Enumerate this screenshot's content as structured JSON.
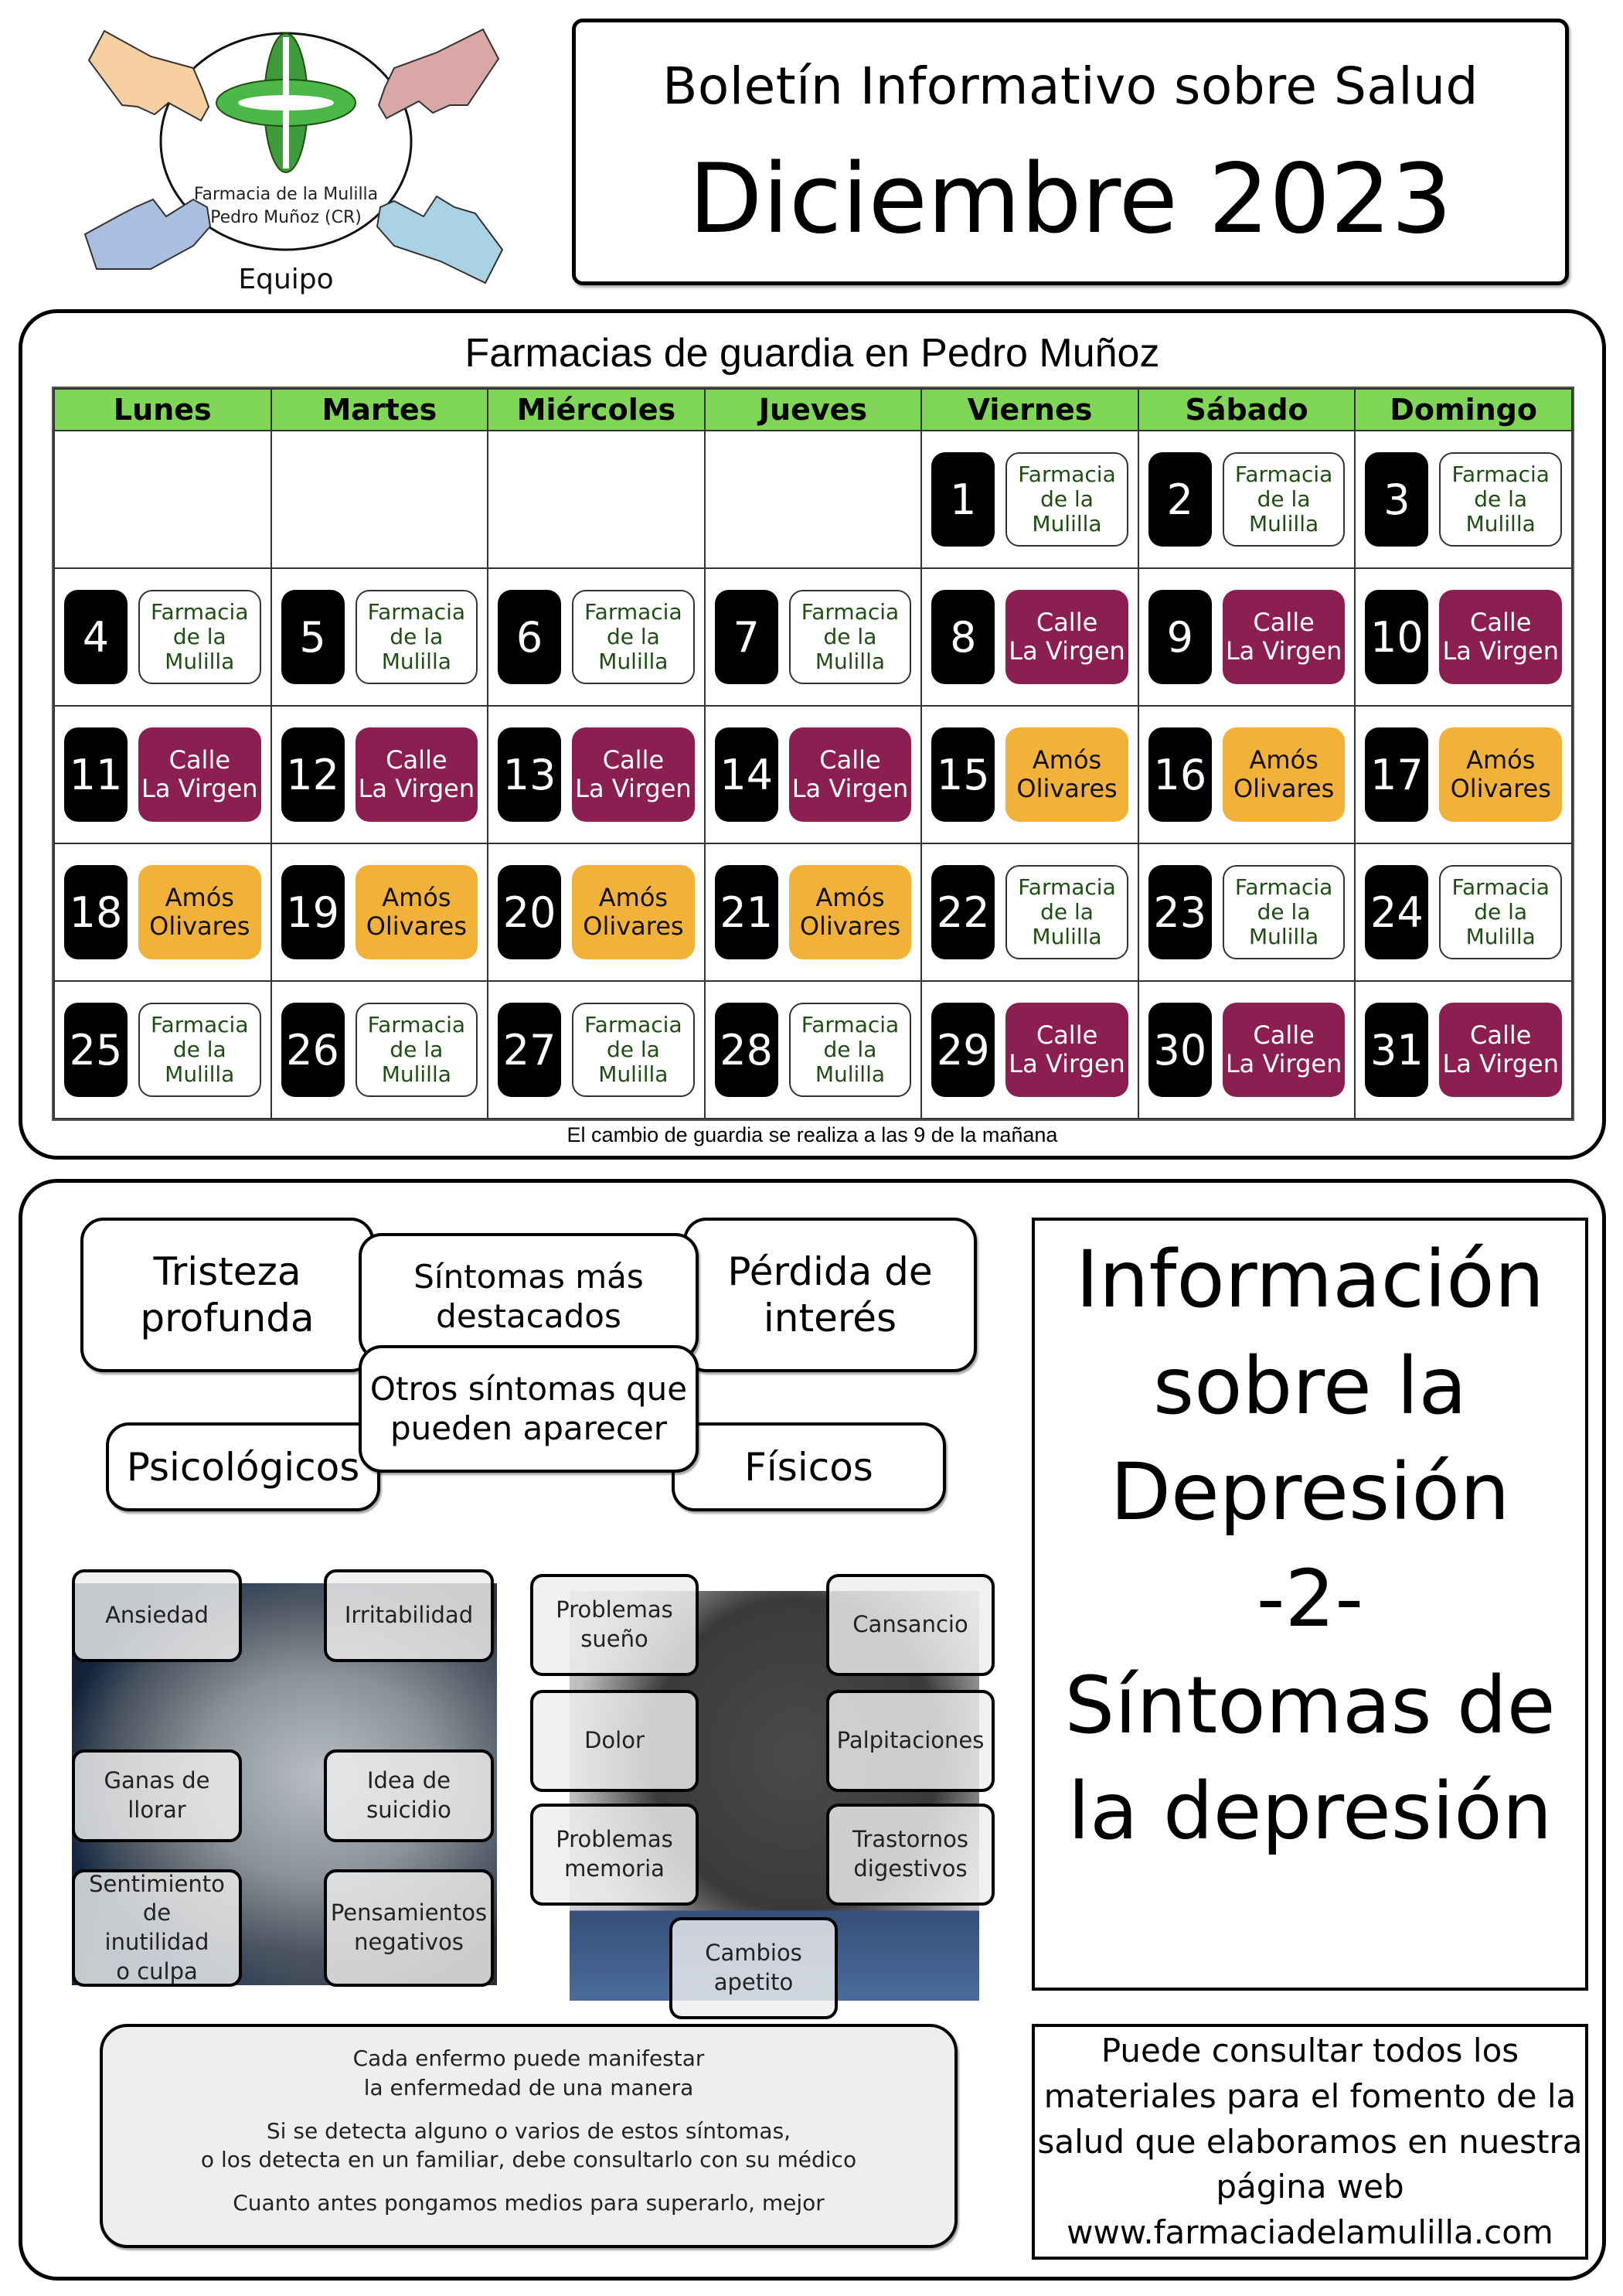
{
  "logo": {
    "name": "Farmacia de la Mulilla",
    "location": "Pedro Muñoz (CR)",
    "caption": "Equipo",
    "colors": {
      "cross": "#3ea83a",
      "hand_tl": "#f6cfa3",
      "hand_tr": "#d9a8a6",
      "hand_bl": "#a8bfe0",
      "hand_br": "#a9d3e4"
    }
  },
  "header": {
    "subtitle": "Boletín Informativo sobre Salud",
    "month": "Diciembre 2023"
  },
  "calendar": {
    "title": "Farmacias de guardia en Pedro Muñoz",
    "weekdays": [
      "Lunes",
      "Martes",
      "Miércoles",
      "Jueves",
      "Viernes",
      "Sábado",
      "Domingo"
    ],
    "pharmacies": {
      "mulilla": {
        "lines": [
          "Farmacia",
          "de la",
          "Mulilla"
        ],
        "color": "#1f4d14"
      },
      "virgen": {
        "lines": [
          "Calle",
          "La Virgen"
        ],
        "color": "#8b1f52"
      },
      "amos": {
        "lines": [
          "Amós",
          "Olivares"
        ],
        "color": "#f2b23a"
      }
    },
    "weeks": [
      [
        null,
        null,
        null,
        null,
        {
          "day": "1",
          "ph": "mulilla"
        },
        {
          "day": "2",
          "ph": "mulilla"
        },
        {
          "day": "3",
          "ph": "mulilla"
        }
      ],
      [
        {
          "day": "4",
          "ph": "mulilla"
        },
        {
          "day": "5",
          "ph": "mulilla"
        },
        {
          "day": "6",
          "ph": "mulilla"
        },
        {
          "day": "7",
          "ph": "mulilla"
        },
        {
          "day": "8",
          "ph": "virgen"
        },
        {
          "day": "9",
          "ph": "virgen"
        },
        {
          "day": "10",
          "ph": "virgen"
        }
      ],
      [
        {
          "day": "11",
          "ph": "virgen"
        },
        {
          "day": "12",
          "ph": "virgen"
        },
        {
          "day": "13",
          "ph": "virgen"
        },
        {
          "day": "14",
          "ph": "virgen"
        },
        {
          "day": "15",
          "ph": "amos"
        },
        {
          "day": "16",
          "ph": "amos"
        },
        {
          "day": "17",
          "ph": "amos"
        }
      ],
      [
        {
          "day": "18",
          "ph": "amos"
        },
        {
          "day": "19",
          "ph": "amos"
        },
        {
          "day": "20",
          "ph": "amos"
        },
        {
          "day": "21",
          "ph": "amos"
        },
        {
          "day": "22",
          "ph": "mulilla"
        },
        {
          "day": "23",
          "ph": "mulilla"
        },
        {
          "day": "24",
          "ph": "mulilla"
        }
      ],
      [
        {
          "day": "25",
          "ph": "mulilla"
        },
        {
          "day": "26",
          "ph": "mulilla"
        },
        {
          "day": "27",
          "ph": "mulilla"
        },
        {
          "day": "28",
          "ph": "mulilla"
        },
        {
          "day": "29",
          "ph": "virgen"
        },
        {
          "day": "30",
          "ph": "virgen"
        },
        {
          "day": "31",
          "ph": "virgen"
        }
      ]
    ],
    "note": "El cambio de guardia se realiza a las 9 de la mañana",
    "header_color": "#80d656"
  },
  "symptoms": {
    "main": {
      "center": [
        "Síntomas más",
        "destacados"
      ],
      "left": [
        "Tristeza",
        "profunda"
      ],
      "right": [
        "Pérdida de",
        "interés"
      ]
    },
    "other": {
      "center": [
        "Otros síntomas que",
        "pueden aparecer"
      ],
      "left": "Psicológicos",
      "right": "Físicos"
    },
    "psychological": [
      [
        "Ansiedad"
      ],
      [
        "Irritabilidad"
      ],
      [
        "Ganas de llorar"
      ],
      [
        "Idea de suicidio"
      ],
      [
        "Sentimiento de",
        "inutilidad",
        "o culpa"
      ],
      [
        "Pensamientos",
        "negativos"
      ]
    ],
    "physical": [
      [
        "Problemas",
        "sueño"
      ],
      [
        "Cansancio"
      ],
      [
        "Dolor"
      ],
      [
        "Palpitaciones"
      ],
      [
        "Problemas",
        "memoria"
      ],
      [
        "Trastornos",
        "digestivos"
      ],
      [
        "Cambios",
        "apetito"
      ]
    ]
  },
  "advice": {
    "p1": [
      "Cada enfermo puede manifestar",
      "la enfermedad de una manera"
    ],
    "p2": [
      "Si se detecta alguno o varios de estos síntomas,",
      "o los detecta en un familiar, debe consultarlo con su médico"
    ],
    "p3": [
      "Cuanto antes pongamos medios para superarlo, mejor"
    ]
  },
  "topic": {
    "lines": [
      "Información",
      "sobre la",
      "Depresión",
      "-2-",
      "Síntomas de",
      "la depresión"
    ]
  },
  "website_box": {
    "lines": [
      "Puede consultar todos los",
      "materiales para el fomento de la",
      "salud que elaboramos en nuestra",
      "página web"
    ],
    "url": "www.farmaciadelamulilla.com"
  }
}
